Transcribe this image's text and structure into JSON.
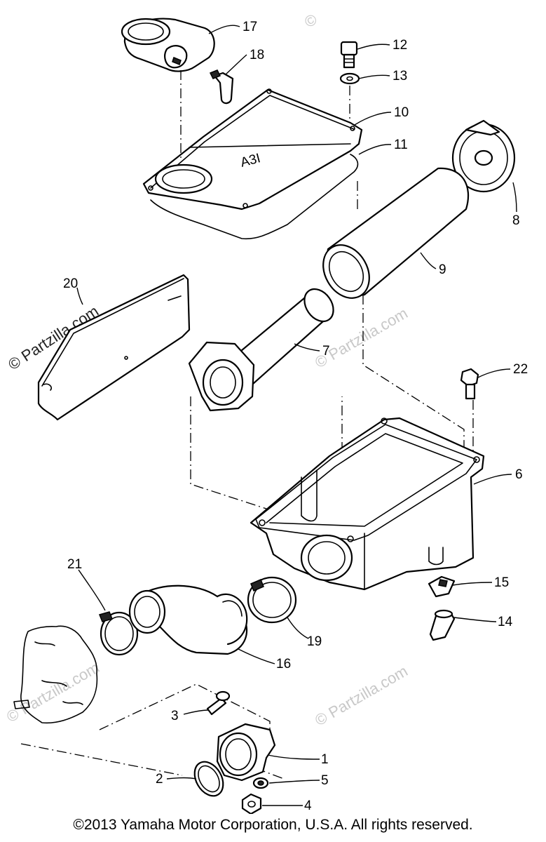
{
  "diagram": {
    "part_labels": [
      "17",
      "18",
      "12",
      "13",
      "10",
      "11",
      "8",
      "9",
      "20",
      "7",
      "22",
      "6",
      "21",
      "15",
      "14",
      "19",
      "16",
      "3",
      "1",
      "2",
      "5",
      "4"
    ],
    "watermarks": {
      "main": "© Partzilla.com",
      "repeat": "© Partzilla.com"
    },
    "cover_marking": "A3I"
  },
  "footer": {
    "copyright": "©2013 Yamaha Motor Corporation, U.S.A. All rights reserved."
  }
}
